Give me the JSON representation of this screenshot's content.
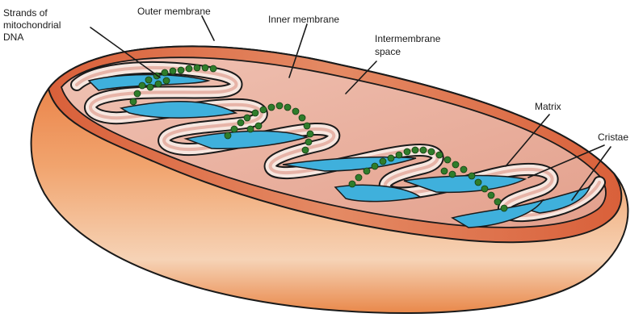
{
  "diagram": {
    "labels": {
      "dna": [
        "Strands of",
        "mitochondrial",
        "DNA"
      ],
      "outer_membrane": "Outer membrane",
      "inner_membrane": "Inner membrane",
      "intermembrane_space": [
        "Intermembrane",
        "space"
      ],
      "matrix": "Matrix",
      "cristae": "Cristae"
    },
    "colors": {
      "outer_shell": "#e8763a",
      "outer_shell_light": "#f6c9a4",
      "intermembrane": "#e7b1a0",
      "inner_fold": "#c8553f",
      "matrix": "#3fb0dc",
      "dna": "#2f7d2b",
      "outline": "#1a1a1a"
    }
  }
}
